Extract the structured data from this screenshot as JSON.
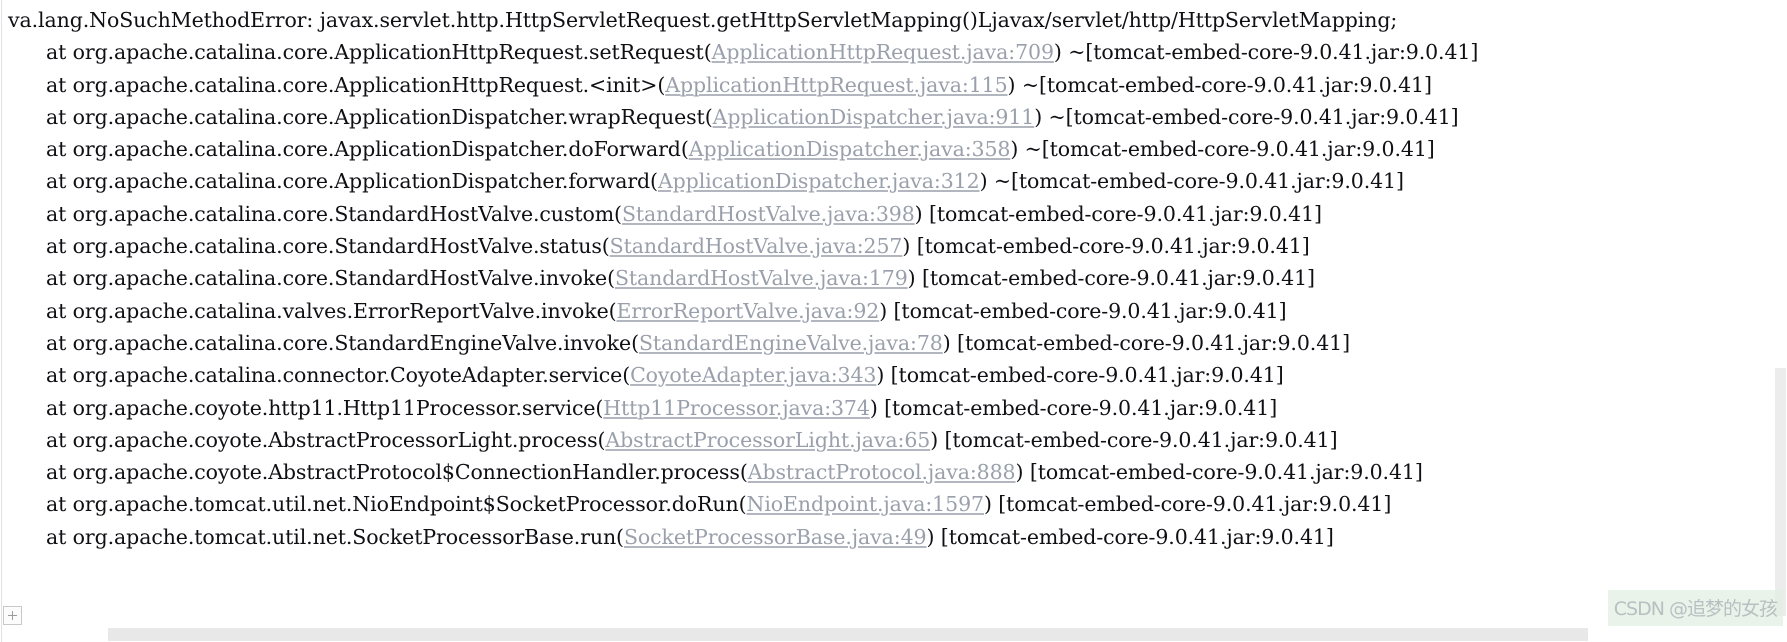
{
  "console": {
    "title": "java-stacktrace-console",
    "text_color": "#0f0f14",
    "link_color": "#9aa0ab",
    "background": "#ffffff"
  },
  "exception": {
    "header": "va.lang.NoSuchMethodError: javax.servlet.http.HttpServletRequest.getHttpServletMapping()Ljavax/servlet/http/HttpServletMapping;"
  },
  "frames": [
    {
      "prefix": "at org.apache.catalina.core.ApplicationHttpRequest.setRequest(",
      "link": "ApplicationHttpRequest.java:709",
      "suffix": ") ~[tomcat-embed-core-9.0.41.jar:9.0.41]"
    },
    {
      "prefix": "at org.apache.catalina.core.ApplicationHttpRequest.<init>(",
      "link": "ApplicationHttpRequest.java:115",
      "suffix": ") ~[tomcat-embed-core-9.0.41.jar:9.0.41]"
    },
    {
      "prefix": "at org.apache.catalina.core.ApplicationDispatcher.wrapRequest(",
      "link": "ApplicationDispatcher.java:911",
      "suffix": ") ~[tomcat-embed-core-9.0.41.jar:9.0.41]"
    },
    {
      "prefix": "at org.apache.catalina.core.ApplicationDispatcher.doForward(",
      "link": "ApplicationDispatcher.java:358",
      "suffix": ") ~[tomcat-embed-core-9.0.41.jar:9.0.41]"
    },
    {
      "prefix": "at org.apache.catalina.core.ApplicationDispatcher.forward(",
      "link": "ApplicationDispatcher.java:312",
      "suffix": ") ~[tomcat-embed-core-9.0.41.jar:9.0.41]"
    },
    {
      "prefix": "at org.apache.catalina.core.StandardHostValve.custom(",
      "link": "StandardHostValve.java:398",
      "suffix": ") [tomcat-embed-core-9.0.41.jar:9.0.41]"
    },
    {
      "prefix": "at org.apache.catalina.core.StandardHostValve.status(",
      "link": "StandardHostValve.java:257",
      "suffix": ") [tomcat-embed-core-9.0.41.jar:9.0.41]"
    },
    {
      "prefix": "at org.apache.catalina.core.StandardHostValve.invoke(",
      "link": "StandardHostValve.java:179",
      "suffix": ") [tomcat-embed-core-9.0.41.jar:9.0.41]"
    },
    {
      "prefix": "at org.apache.catalina.valves.ErrorReportValve.invoke(",
      "link": "ErrorReportValve.java:92",
      "suffix": ") [tomcat-embed-core-9.0.41.jar:9.0.41]"
    },
    {
      "prefix": "at org.apache.catalina.core.StandardEngineValve.invoke(",
      "link": "StandardEngineValve.java:78",
      "suffix": ") [tomcat-embed-core-9.0.41.jar:9.0.41]"
    },
    {
      "prefix": "at org.apache.catalina.connector.CoyoteAdapter.service(",
      "link": "CoyoteAdapter.java:343",
      "suffix": ") [tomcat-embed-core-9.0.41.jar:9.0.41]"
    },
    {
      "prefix": "at org.apache.coyote.http11.Http11Processor.service(",
      "link": "Http11Processor.java:374",
      "suffix": ") [tomcat-embed-core-9.0.41.jar:9.0.41]"
    },
    {
      "prefix": "at org.apache.coyote.AbstractProcessorLight.process(",
      "link": "AbstractProcessorLight.java:65",
      "suffix": ") [tomcat-embed-core-9.0.41.jar:9.0.41]"
    },
    {
      "prefix": "at org.apache.coyote.AbstractProtocol$ConnectionHandler.process(",
      "link": "AbstractProtocol.java:888",
      "suffix": ") [tomcat-embed-core-9.0.41.jar:9.0.41]"
    },
    {
      "prefix": "at org.apache.tomcat.util.net.NioEndpoint$SocketProcessor.doRun(",
      "link": "NioEndpoint.java:1597",
      "suffix": ") [tomcat-embed-core-9.0.41.jar:9.0.41]"
    },
    {
      "prefix": "at org.apache.tomcat.util.net.SocketProcessorBase.run(",
      "link": "SocketProcessorBase.java:49",
      "suffix": ") [tomcat-embed-core-9.0.41.jar:9.0.41]"
    }
  ],
  "gutter": {
    "fold_icon": "expand-plus-icon"
  },
  "scrollbars": {
    "horizontal": "horizontal-scrollbar",
    "vertical": "vertical-scrollbar"
  },
  "watermark": {
    "brand": "CSDN",
    "separator": "@",
    "author": "追梦的女孩",
    "full": "CSDN @追梦的女孩"
  }
}
